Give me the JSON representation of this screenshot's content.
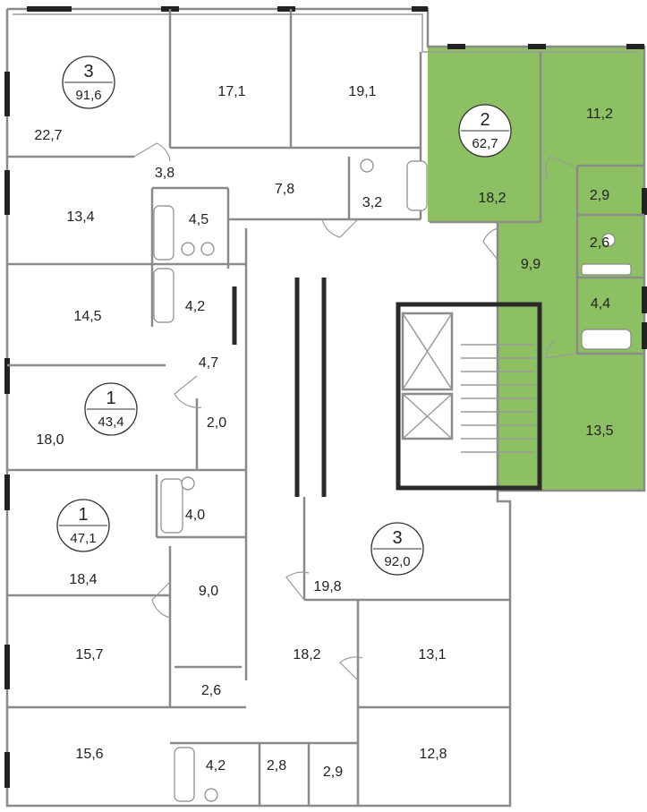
{
  "highlight_color": "#8cc063",
  "apartments": [
    {
      "id": "apt-3-top-left",
      "rooms": "3",
      "area": "91,6"
    },
    {
      "id": "apt-2-selected",
      "rooms": "2",
      "area": "62,7",
      "selected": true
    },
    {
      "id": "apt-1-a",
      "rooms": "1",
      "area": "43,4"
    },
    {
      "id": "apt-1-b",
      "rooms": "1",
      "area": "47,1"
    },
    {
      "id": "apt-3-center",
      "rooms": "3",
      "area": "92,0"
    }
  ],
  "rooms": [
    "22,7",
    "17,1",
    "19,1",
    "3,8",
    "7,8",
    "3,2",
    "13,4",
    "4,5",
    "14,5",
    "4,2",
    "4,7",
    "18,0",
    "2,0",
    "4,0",
    "18,4",
    "9,0",
    "19,8",
    "15,7",
    "18,2",
    "13,1",
    "2,6",
    "15,6",
    "4,2",
    "2,8",
    "2,9",
    "12,8",
    "11,2",
    "18,2",
    "2,9",
    "2,6",
    "9,9",
    "4,4",
    "13,5"
  ]
}
